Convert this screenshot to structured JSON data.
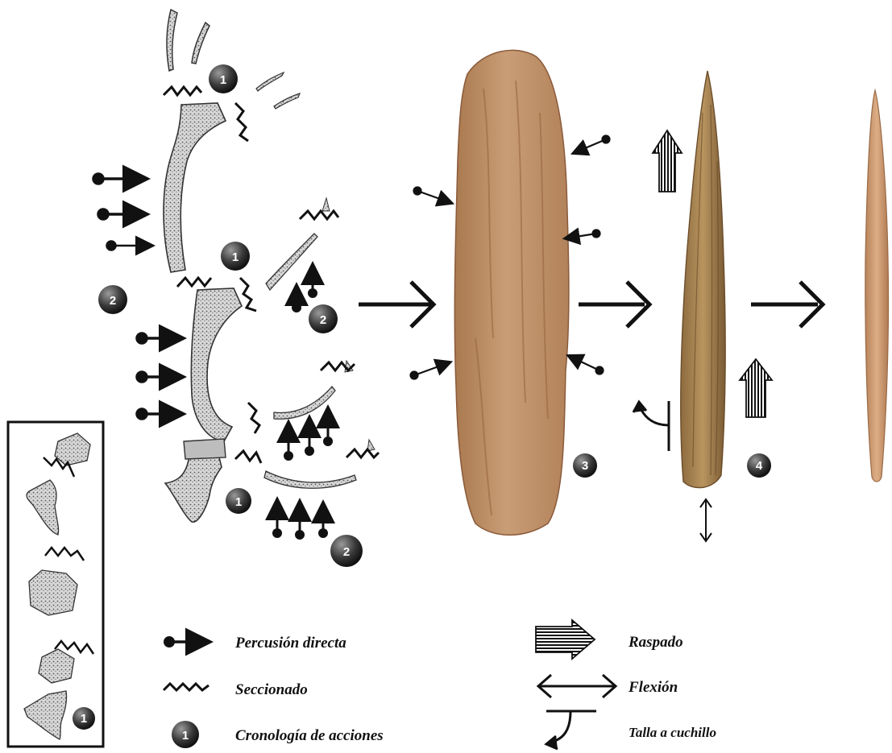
{
  "steps": {
    "s1": "1",
    "s2": "2",
    "s3": "3",
    "s4": "4"
  },
  "legend": {
    "percusion": "Percusión directa",
    "seccionado": "Seccionado",
    "cronologia": "Cronología de acciones",
    "raspado": "Raspado",
    "flexion": "Flexión",
    "talla": "Talla a cuchillo"
  },
  "colors": {
    "bone_light": "#c9a27c",
    "bone_dark": "#8a5a3a",
    "point": "#b08a5a",
    "final": "#d4a57a",
    "badge": "#3a3a3a"
  }
}
